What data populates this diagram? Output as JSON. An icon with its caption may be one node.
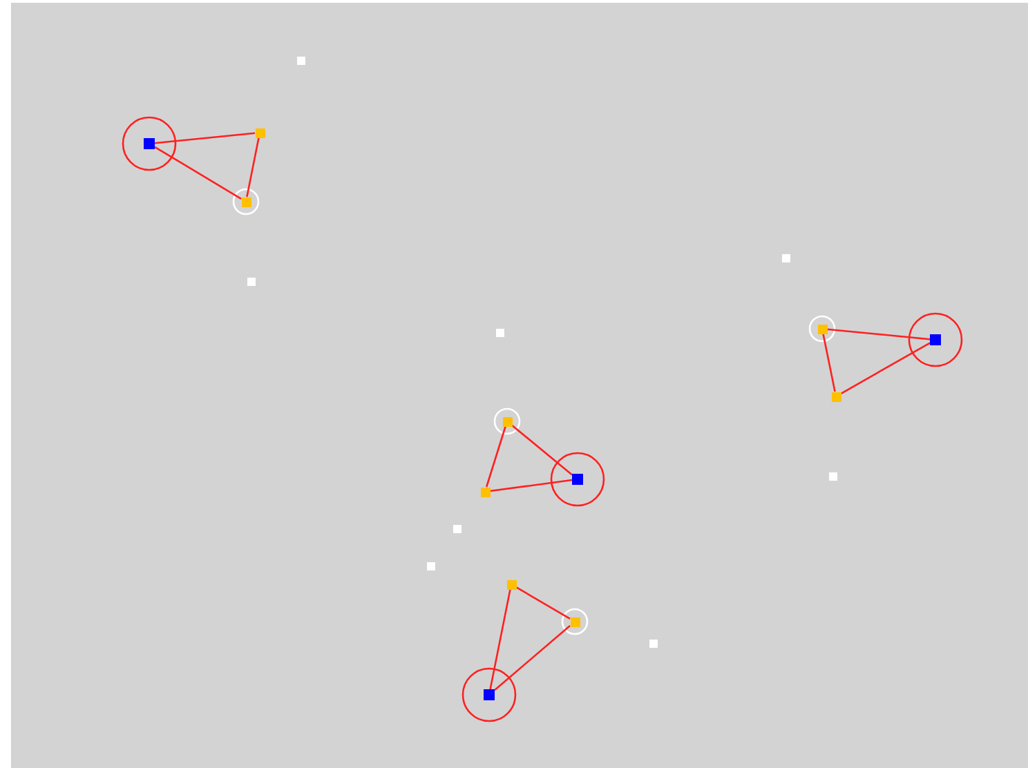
{
  "diagram": {
    "nodes": [
      {
        "text": [],
        "shape": "box"
      },
      {
        "text": [],
        "shape": "box"
      },
      {
        "text": [],
        "shape": "box"
      },
      {
        "text": [],
        "shape": "box"
      },
      {
        "text": [],
        "shape": "box"
      },
      {
        "text": [],
        "shape": "box"
      },
      {
        "text": [],
        "shape": "box"
      },
      {
        "text": [],
        "shape": "box"
      },
      {
        "text": [],
        "shape": "box"
      },
      {
        "text": [],
        "shape": "box"
      },
      {
        "text": [],
        "shape": "box"
      },
      {
        "text": [],
        "shape": "box"
      },
      {
        "text": [],
        "shape": "box"
      },
      {
        "text": [],
        "shape": "box"
      },
      {
        "text": [],
        "shape": "box"
      },
      {
        "text": [],
        "shape": "box"
      },
      {
        "text": [],
        "shape": "box"
      },
      {
        "text": [],
        "shape": "box"
      },
      {
        "text": [],
        "shape": "box"
      },
      {
        "text": [],
        "shape": "box"
      }
    ],
    "edges": [
      {
        "from": 1,
        "to": 2,
        "arrow": "none"
      },
      {
        "from": 2,
        "to": 3,
        "arrow": "none"
      },
      {
        "from": 3,
        "to": 1,
        "arrow": "none"
      },
      {
        "from": 6,
        "to": 7,
        "arrow": "none"
      },
      {
        "from": 7,
        "to": 8,
        "arrow": "none"
      },
      {
        "from": 8,
        "to": 6,
        "arrow": "none"
      },
      {
        "from": 10,
        "to": 11,
        "arrow": "none"
      },
      {
        "from": 11,
        "to": 12,
        "arrow": "none"
      },
      {
        "from": 12,
        "to": 10,
        "arrow": "none"
      },
      {
        "from": 16,
        "to": 17,
        "arrow": "none"
      },
      {
        "from": 17,
        "to": 19,
        "arrow": "none"
      },
      {
        "from": 19,
        "to": 16,
        "arrow": "none"
      }
    ]
  }
}
